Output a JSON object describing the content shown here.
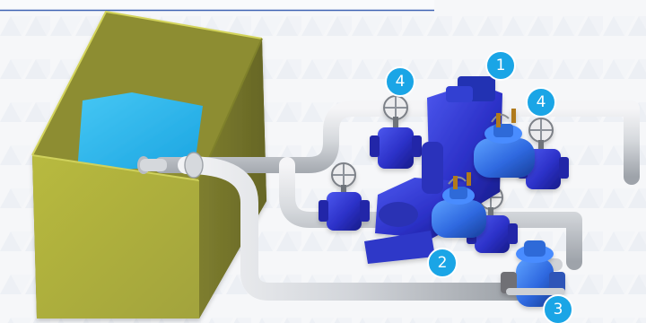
{
  "colors": {
    "callout_fill": "#1aa5e6",
    "callout_text": "#ffffff",
    "tank_outer": "#9f9f37",
    "water": "#25b6ec",
    "valve_body": "#2c31c8",
    "control_valve": "#2f69e0",
    "pipe": "#c7c9cd",
    "header_rule": "#3e63b3"
  },
  "icons": {
    "handwheel": "handwheel-icon",
    "callout": "numbered-callout-badge"
  },
  "callouts": [
    {
      "id": "top-pump",
      "label": "1"
    },
    {
      "id": "bottom-control-valve",
      "label": "2"
    },
    {
      "id": "outlet-control-valve",
      "label": "3"
    },
    {
      "id": "left-isolation-valve",
      "label": "4"
    },
    {
      "id": "right-isolation-valve",
      "label": "4"
    }
  ]
}
